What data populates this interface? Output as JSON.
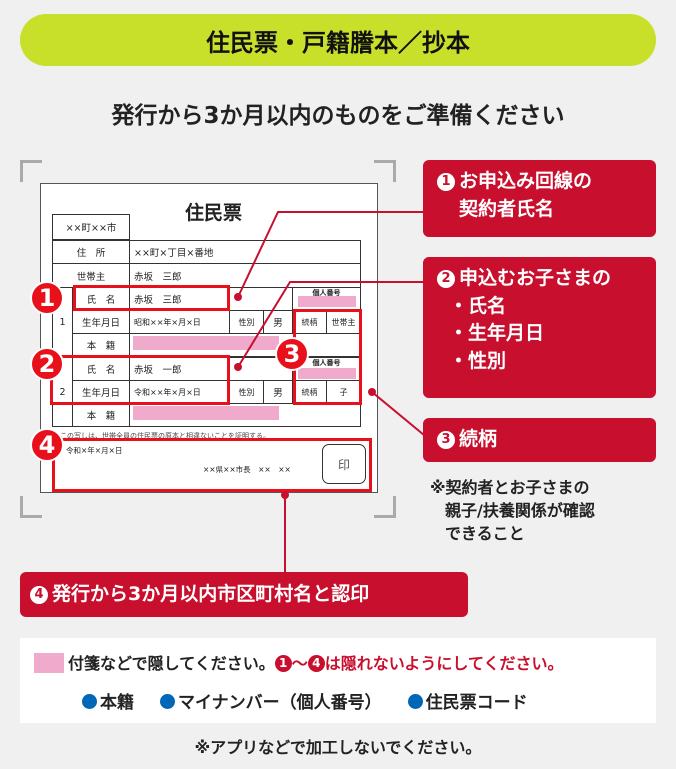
{
  "header": {
    "title": "住民票・戸籍謄本／抄本"
  },
  "subtitle": "発行から3か月以内のものをご準備ください",
  "document": {
    "title": "住民票",
    "municipality": "××町××市",
    "address_label": "住　所",
    "address": "××町×丁目×番地",
    "head_label": "世帯主",
    "head": "赤坂　三郎",
    "name_label": "氏　名",
    "dob_label": "生年月日",
    "honseki_label": "本　籍",
    "gender_label": "性別",
    "relation_label": "続柄",
    "mynumber_label": "個人番号",
    "persons": [
      {
        "no": "1",
        "name": "赤坂　三郎",
        "dob": "昭和××年×月×日",
        "gender": "男",
        "relation": "世帯主"
      },
      {
        "no": "2",
        "name": "赤坂　一郎",
        "dob": "令和××年×月×日",
        "gender": "男",
        "relation": "子"
      }
    ],
    "certify": "この写しは、世帯全員の住民票の原本と相違ないことを証明する。",
    "issue_date": "令和×年×月×日",
    "issuer": "××県××市長　××　××",
    "seal": "印"
  },
  "markers": [
    "1",
    "2",
    "3",
    "4"
  ],
  "callouts": [
    {
      "num": "1",
      "lines": [
        "お申込み回線の",
        "契約者氏名"
      ]
    },
    {
      "num": "2",
      "lines": [
        "申込むお子さまの",
        "・氏名",
        "・生年月日",
        "・性別"
      ]
    },
    {
      "num": "3",
      "lines": [
        "続柄"
      ]
    },
    {
      "num": "4",
      "lines": [
        "発行から3か月以内市区町村名と認印"
      ]
    }
  ],
  "note": [
    "※契約者とお子さまの",
    "親子/扶養関係が確認",
    "できること"
  ],
  "hide_box": {
    "text1": "付箋などで隠してください。",
    "range_from": "1",
    "range_sep": "～",
    "range_to": "4",
    "text2": "は隠れないようにしてください。",
    "items": [
      "本籍",
      "マイナンバー（個人番号）",
      "住民票コード"
    ]
  },
  "footer": "※アプリなどで加工しないでください。",
  "colors": {
    "accent_red": "#c8102e",
    "marker_red": "#e8111b",
    "header_lime": "#c9e02b",
    "sticky_pink": "#f0aacb",
    "bullet_blue": "#0068b7"
  }
}
